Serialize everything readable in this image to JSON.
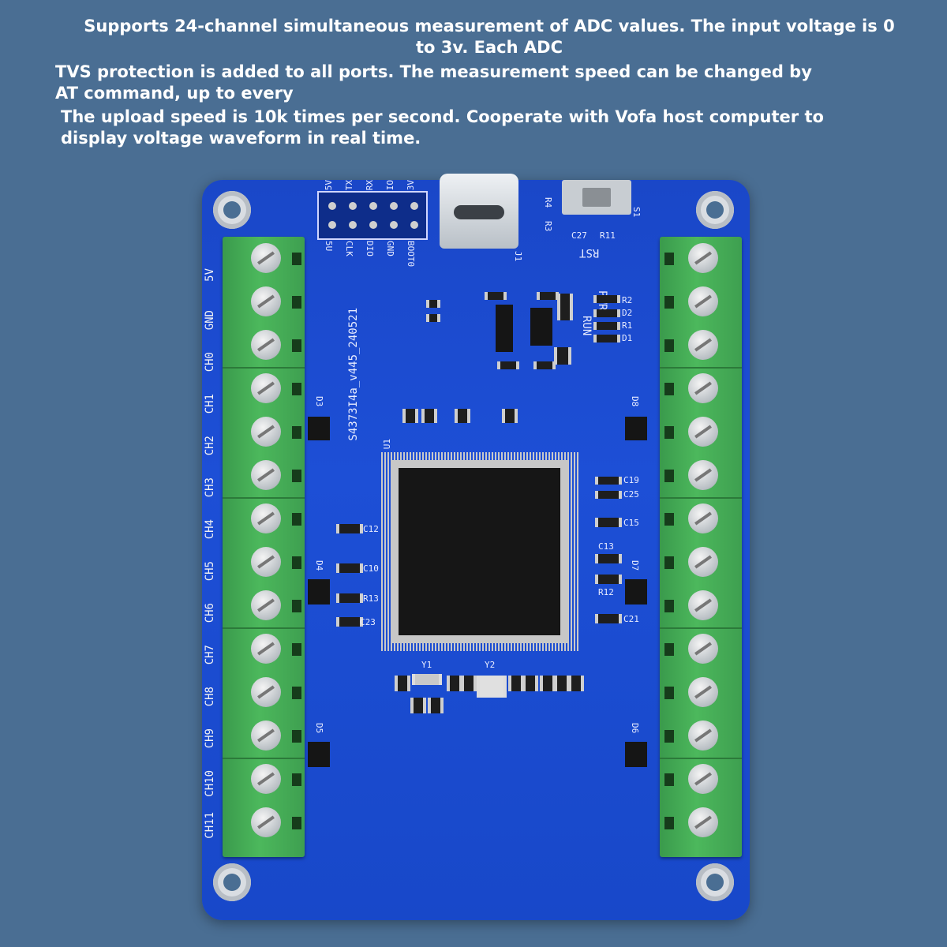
{
  "caption": {
    "line1": "Supports 24-channel simultaneous measurement of ADC values. The input voltage is 0 to 3v. Each ADC",
    "line2": "TVS protection is added to all ports. The measurement speed can be changed by AT command, up to every",
    "line3": "The upload speed is 10k times per second. Cooperate with Vofa host computer to display voltage waveform in real time."
  },
  "board": {
    "left_channels": [
      "5V",
      "GND",
      "CH0",
      "CH1",
      "CH2",
      "CH3",
      "CH4",
      "CH5",
      "CH6",
      "CH7",
      "CH8",
      "CH9",
      "CH10",
      "CH11"
    ],
    "header_top": [
      "5V",
      "TX",
      "RX",
      "IO",
      "3V"
    ],
    "header_bottom": [
      "5U",
      "CLK",
      "DIO",
      "GND",
      "BOOT0"
    ],
    "version": "S4373I4a_v445_240521",
    "reset_label": "RST",
    "pwr_label": "PWR",
    "run_label": "RUN",
    "usb_label": "J1",
    "components": {
      "c19": "C19",
      "c25": "C25",
      "c15": "C15",
      "c13": "C13",
      "r12": "R12",
      "c21": "C21",
      "c12": "C12",
      "c10": "C10",
      "r13": "R13",
      "c23": "C23",
      "y1": "Y1",
      "y2": "Y2",
      "u1": "U1",
      "d3": "D3",
      "d4": "D4",
      "d5": "D5",
      "d6": "D6",
      "d7": "D7",
      "d8": "D8",
      "r1": "R1",
      "r2": "R2",
      "d1": "D1",
      "d2": "D2",
      "c27": "C27",
      "r11": "R11",
      "s1": "S1",
      "r3": "R3",
      "r4": "R4"
    }
  }
}
